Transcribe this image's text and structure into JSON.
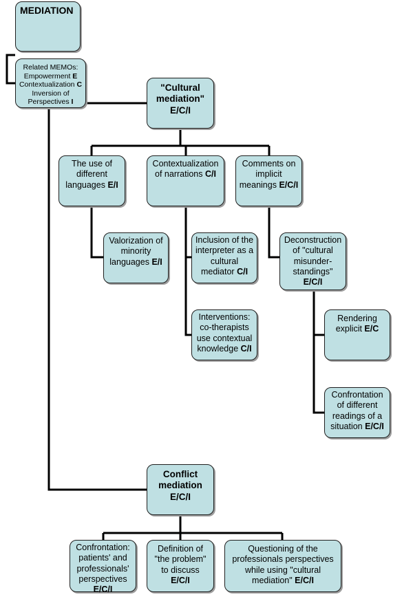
{
  "diagram": {
    "root": {
      "title": "MEDIATION"
    },
    "memo": {
      "line1": "Related MEMOs:",
      "line2_text": "Empowerment ",
      "line2_code": "E",
      "line3_text": "Contextualization ",
      "line3_code": "C",
      "line4": "Inversion of",
      "line5_text": "Perspectives ",
      "line5_code": "I"
    },
    "cultural": {
      "line1": "\"Cultural",
      "line2": "mediation\"",
      "code": "E/C/I"
    },
    "languages": {
      "line1": "The use of",
      "line2": "different",
      "line3": "languages ",
      "code": "E/I"
    },
    "contextualization": {
      "line1": "Contextualization",
      "line2": "of narrations ",
      "code": "C/I"
    },
    "comments": {
      "line1": "Comments on",
      "line2": "implicit",
      "line3": "meanings ",
      "code": "E/C/I"
    },
    "valorization": {
      "line1": "Valorization of",
      "line2": "minority",
      "line3": "languages ",
      "code": "E/I"
    },
    "inclusion": {
      "line1": "Inclusion of the",
      "line2": "interpreter as a",
      "line3": "cultural",
      "line4": "mediator ",
      "code": "C/I"
    },
    "interventions": {
      "line1": "Interventions:",
      "line2": "co-therapists",
      "line3": "use contextual",
      "line4": "knowledge ",
      "code": "C/I"
    },
    "deconstruction": {
      "line1": "Deconstruction",
      "line2": "of \"cultural",
      "line3": "misunder-",
      "line4": "standings\"",
      "code": "E/C/I"
    },
    "rendering": {
      "line1": "Rendering",
      "line2": "explicit ",
      "code": "E/C"
    },
    "confrontation_readings": {
      "line1": "Confrontation",
      "line2": "of different",
      "line3": "readings of a",
      "line4": "situation ",
      "code": "E/C/I"
    },
    "conflict": {
      "line1": "Conflict",
      "line2": "mediation",
      "code": "E/C/I"
    },
    "confrontation_patients": {
      "line1": "Confrontation:",
      "line2": "patients' and",
      "line3": "professionals'",
      "line4": "perspectives",
      "code": "E/C/I"
    },
    "definition": {
      "line1": "Definition of",
      "line2": "\"the problem\"",
      "line3": "to discuss",
      "code": "E/C/I"
    },
    "questioning": {
      "line1": "Questioning of the",
      "line2": "professionals perspectives",
      "line3": "while using \"cultural",
      "line4": "mediation\" ",
      "code": "E/C/I"
    }
  }
}
